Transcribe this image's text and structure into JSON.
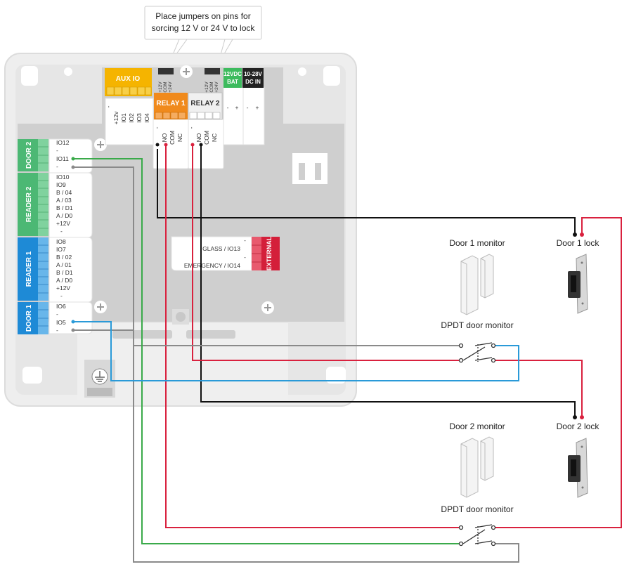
{
  "callout": {
    "line1": "Place jumpers on pins for",
    "line2": "sorcing 12 V or 24 V to lock"
  },
  "connectors": {
    "aux_io": "AUX IO",
    "aux_pins": [
      "-",
      "+12v",
      "IO1",
      "IO2",
      "IO3",
      "IO4"
    ],
    "relay1": "RELAY 1",
    "relay1_pins": [
      "-",
      "NO",
      "COM",
      "NC"
    ],
    "relay2": "RELAY 2",
    "relay2_pins": [
      "-",
      "NO",
      "COM",
      "NC"
    ],
    "jumper_pins": [
      "+12V",
      "COM",
      "+24V"
    ],
    "bat_line1": "12VDC",
    "bat_line2": "BAT",
    "bat_pins": [
      "-",
      "+"
    ],
    "dcin_line1": "10-28V",
    "dcin_line2": "DC IN",
    "dcin_pins": [
      "-",
      "+"
    ],
    "door2": "DOOR 2",
    "door2_pins": [
      "IO12",
      "-",
      "IO11",
      "-"
    ],
    "reader2": "READER 2",
    "reader2_pins": [
      "IO10",
      "IO9",
      "B / 04",
      "A / 03",
      "B / D1",
      "A / D0",
      "+12V",
      "-"
    ],
    "reader1": "READER 1",
    "reader1_pins": [
      "IO8",
      "IO7",
      "B / 02",
      "A / 01",
      "B / D1",
      "A / D0",
      "+12V",
      "-"
    ],
    "door1": "DOOR 1",
    "door1_pins": [
      "IO6",
      "-",
      "IO5",
      "-"
    ],
    "external": "EXTERNAL",
    "ext_pins": [
      "-",
      "GLASS / IO13",
      "-",
      "EMERGENCY / IO14"
    ]
  },
  "devices": {
    "door1_monitor": "Door 1 monitor",
    "door1_lock": "Door 1 lock",
    "dpdt1": "DPDT door monitor",
    "door2_monitor": "Door 2 monitor",
    "door2_lock": "Door 2 lock",
    "dpdt2": "DPDT door monitor"
  },
  "colors": {
    "aux_io": "#f5b400",
    "relay1": "#f08a1c",
    "relay2": "#f0f0f0",
    "bat": "#3dbb5e",
    "dcin": "#222222",
    "door2": "#4cb874",
    "reader2": "#4cb874",
    "reader1": "#1e8ad6",
    "door1": "#1e8ad6",
    "external": "#d41f3a",
    "wire_black": "#111111",
    "wire_red": "#d9213e",
    "wire_gray": "#8a8a8a",
    "wire_green": "#3aaa4a",
    "wire_blue": "#2a9ad8"
  },
  "icons": [
    "jumper-icon",
    "screw-icon",
    "ground-icon",
    "door-monitor-icon",
    "door-lock-icon",
    "switch-icon"
  ]
}
